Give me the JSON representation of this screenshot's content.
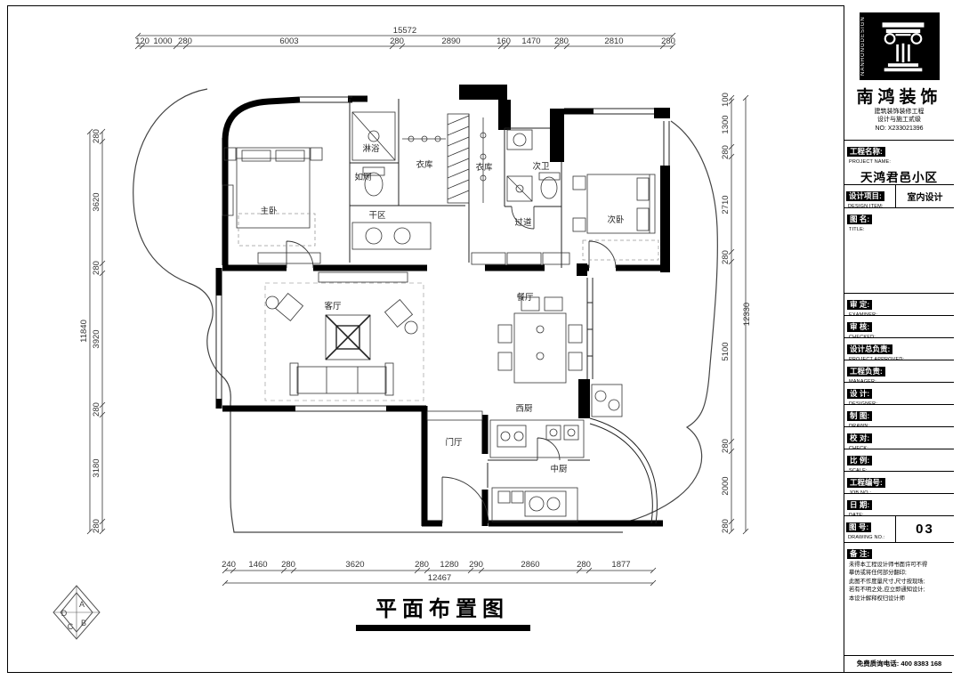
{
  "sheet": {
    "drawing_title": "平面布置图"
  },
  "rooms": {
    "master_bedroom": "主卧",
    "shower": "淋浴",
    "toilet": "如厕",
    "closet_a": "衣库",
    "closet_b": "衣库",
    "second_bath": "次卫",
    "second_bedroom": "次卧",
    "dry_area": "干区",
    "corridor": "过道",
    "living_room": "客厅",
    "dining_room": "餐厅",
    "west_kitchen": "西厨",
    "foyer": "门厅",
    "chinese_kitchen": "中厨"
  },
  "dims": {
    "top_total": "15572",
    "top": [
      "120",
      "1000",
      "280",
      "6003",
      "280",
      "2890",
      "160",
      "1470",
      "280",
      "2810",
      "280"
    ],
    "left_total": "11840",
    "left": [
      "280",
      "3620",
      "280",
      "3920",
      "280",
      "3180",
      "280"
    ],
    "right_total": "12330",
    "right": [
      "100",
      "1300",
      "280",
      "2710",
      "280",
      "5100",
      "280",
      "2000",
      "280"
    ],
    "bottom_total": "12467",
    "bottom": [
      "240",
      "1460",
      "280",
      "3620",
      "280",
      "1280",
      "290",
      "2860",
      "280",
      "1877"
    ]
  },
  "compass": {
    "a": "A",
    "b": "B",
    "c": "C",
    "d": "D"
  },
  "titleblock": {
    "logo_vertical": "NANHONGDESIGN",
    "company": "南鸿装饰",
    "cert_line1": "建筑装饰装修工程",
    "cert_line2": "设计与施工贰级",
    "cert_line3": "NO: X233021396",
    "project_label": "工程名称:",
    "project_label_en": "PROJECT NAME:",
    "project_value": "天鸿君邑小区",
    "item_label": "设计项目:",
    "item_label_en": "DESIGN ITEM:",
    "item_value": "室内设计",
    "title_label": "图 名:",
    "title_label_en": "TITLE:",
    "fields": [
      {
        "label": "审 定:",
        "en": "EXAMINER:"
      },
      {
        "label": "审 核:",
        "en": "CHECKED:"
      },
      {
        "label": "设计总负责:",
        "en": "PROJECT APPROVED:"
      },
      {
        "label": "工程负责:",
        "en": "MANAGER:"
      },
      {
        "label": "设 计:",
        "en": "DESIGNER:"
      },
      {
        "label": "制 图:",
        "en": "DRAWN:"
      },
      {
        "label": "校 对:",
        "en": "CHECK:"
      },
      {
        "label": "比 例:",
        "en": "SCALE:"
      },
      {
        "label": "工程编号:",
        "en": "JOB NO.:"
      },
      {
        "label": "日 期:",
        "en": "DATE:"
      }
    ],
    "drawing_no_label": "图 号:",
    "drawing_no_en": "DRAWING NO.:",
    "drawing_no_value": "03",
    "notes_label": "备 注:",
    "notes": [
      "未得本工程设计师书面许可不得",
      "摹仿或将任何部分翻印;",
      "此图不作度量尺寸,尺寸按现场;",
      "若有不明之处,应立即通知设计;",
      "本设计解释权归设计师"
    ],
    "phone": "免费质询电话: 400 8383 168"
  }
}
